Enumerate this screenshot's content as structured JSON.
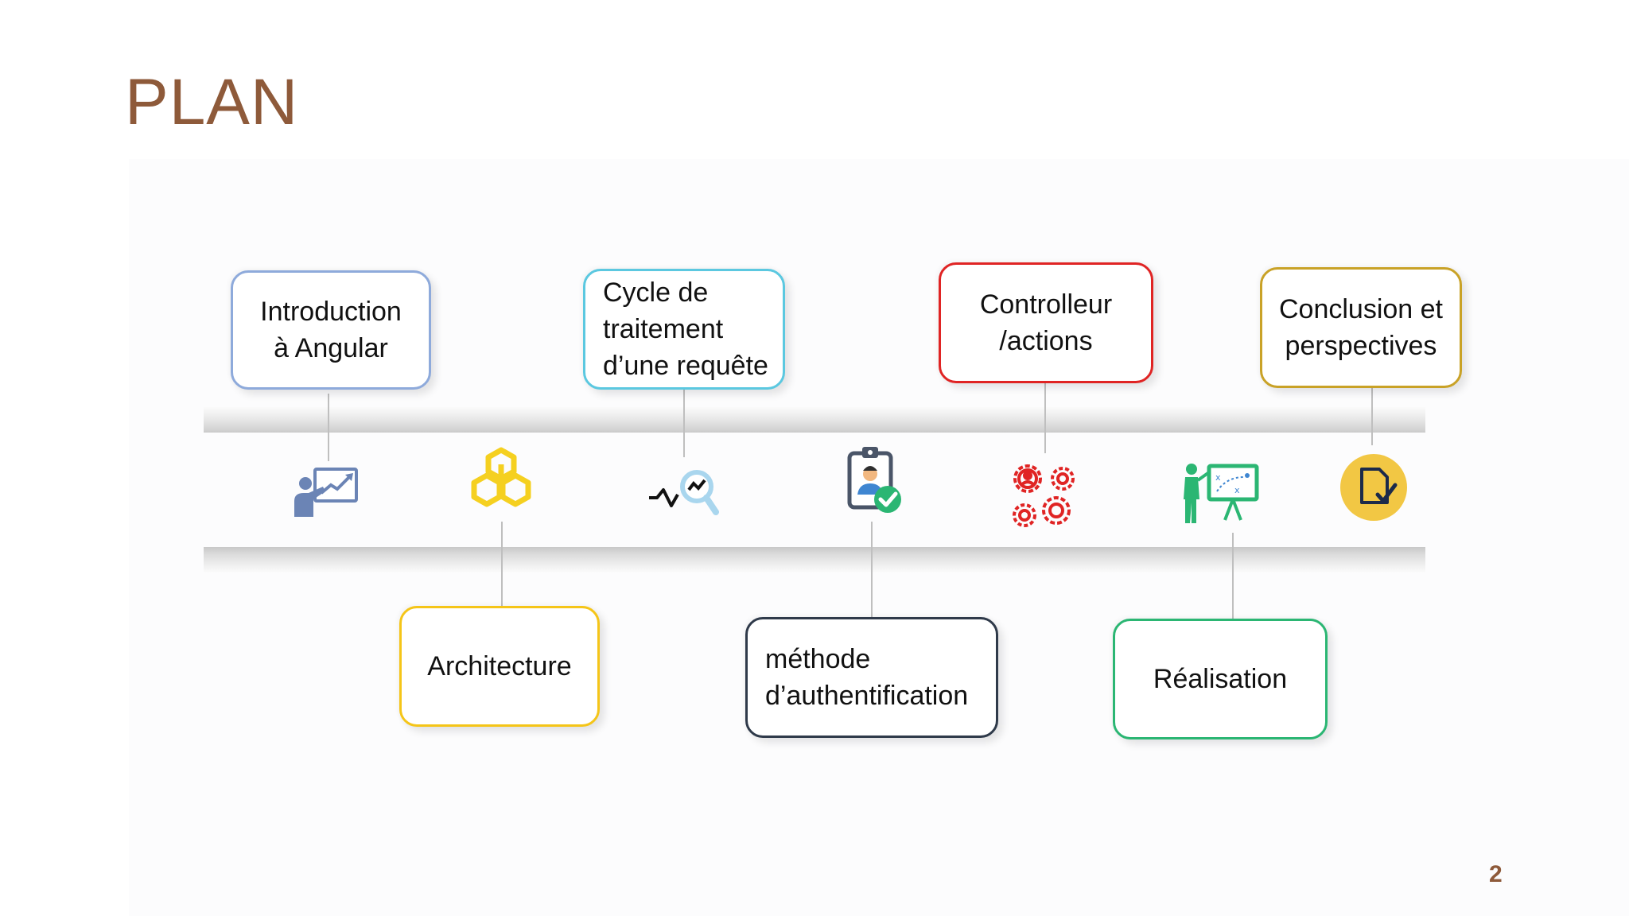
{
  "slide": {
    "title": "PLAN",
    "page_number": "2"
  },
  "topics": [
    {
      "label": "Introduction\nà Angular",
      "position": "top",
      "border_color": "#8eaadb",
      "icon": "presentation-chart-icon"
    },
    {
      "label": "Architecture",
      "position": "bottom",
      "border_color": "#f5c518",
      "icon": "cubes-icon"
    },
    {
      "label": "Cycle de\ntraitement\nd’une requête",
      "position": "top",
      "border_color": "#5bc8e0",
      "icon": "pulse-search-icon"
    },
    {
      "label": "méthode\nd’authentification",
      "position": "bottom",
      "border_color": "#2f3a4a",
      "icon": "id-badge-check-icon"
    },
    {
      "label": "Controlleur\n/actions",
      "position": "top",
      "border_color": "#e02424",
      "icon": "gears-user-icon"
    },
    {
      "label": "Réalisation",
      "position": "bottom",
      "border_color": "#2bb673",
      "icon": "strategy-board-icon"
    },
    {
      "label": "Conclusion et\nperspectives",
      "position": "top",
      "border_color": "#c9a227",
      "icon": "document-check-icon"
    }
  ],
  "colors": {
    "title": "#8e5a3a",
    "icon_blue": "#6b84b5",
    "icon_yellow": "#f5d020",
    "icon_red": "#e02424",
    "icon_green": "#2bb673",
    "icon_gold": "#f2c744"
  }
}
